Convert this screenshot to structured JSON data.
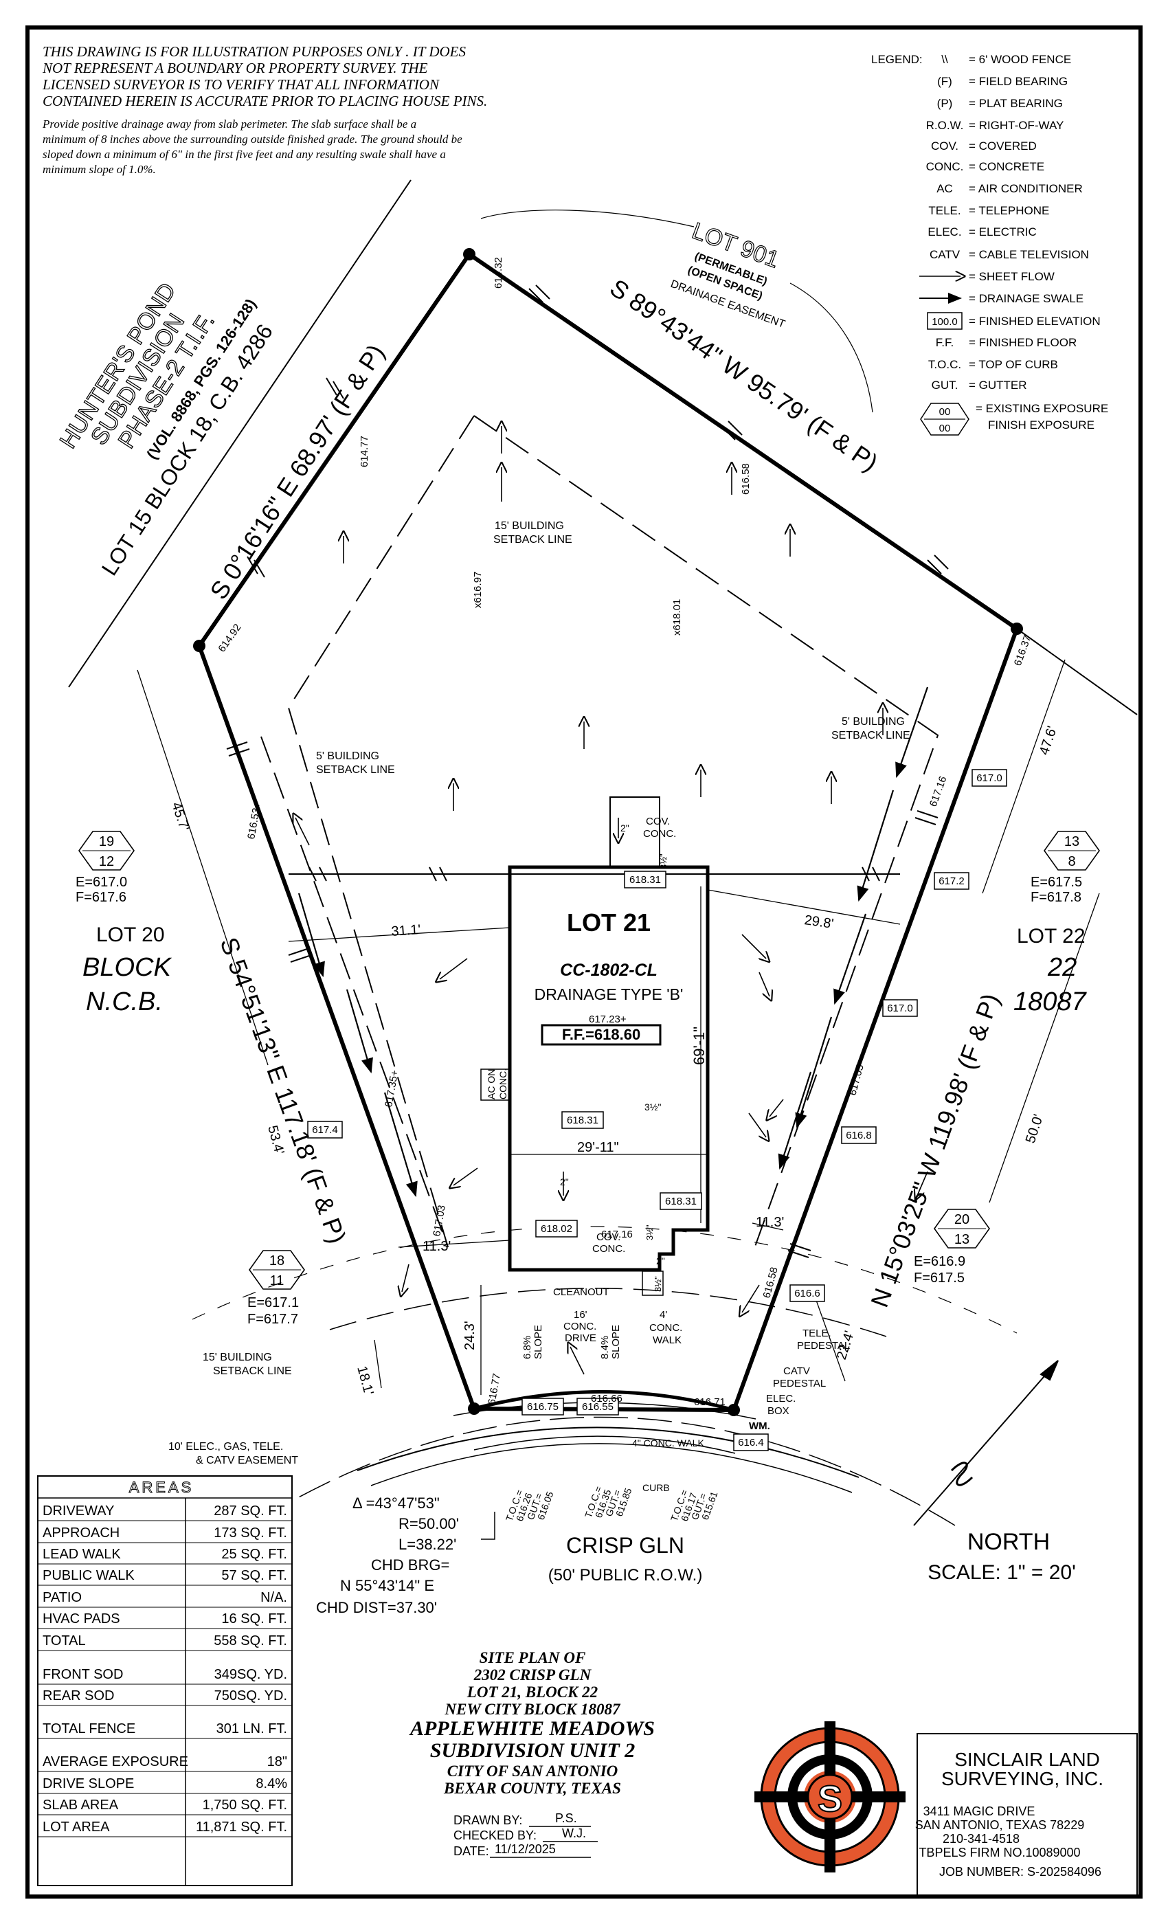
{
  "disclaimer": {
    "line1": "THIS DRAWING IS FOR ILLUSTRATION PURPOSES ONLY . IT DOES",
    "line2": "NOT REPRESENT A BOUNDARY OR PROPERTY SURVEY. THE",
    "line3": "LICENSED SURVEYOR IS TO VERIFY THAT ALL INFORMATION",
    "line4": "CONTAINED HEREIN IS ACCURATE PRIOR TO PLACING HOUSE PINS.",
    "drain1": "Provide positive drainage away from slab perimeter. The slab surface shall be a",
    "drain2": "minimum of 8 inches above the surrounding outside finished grade. The ground should be",
    "drain3": "sloped down a minimum of 6\" in the first five feet and any resulting swale shall have a",
    "drain4": "minimum slope of 1.0%."
  },
  "legend": {
    "title": "LEGEND:",
    "items": [
      {
        "symbol": "\\\\",
        "text": "= 6' WOOD FENCE"
      },
      {
        "symbol": "(F)",
        "text": "= FIELD BEARING"
      },
      {
        "symbol": "(P)",
        "text": "= PLAT BEARING"
      },
      {
        "symbol": "R.O.W.",
        "text": "= RIGHT-OF-WAY"
      },
      {
        "symbol": "COV.",
        "text": "= COVERED"
      },
      {
        "symbol": "CONC.",
        "text": "= CONCRETE"
      },
      {
        "symbol": "AC",
        "text": "= AIR CONDITIONER"
      },
      {
        "symbol": "TELE.",
        "text": "= TELEPHONE"
      },
      {
        "symbol": "ELEC.",
        "text": "= ELECTRIC"
      },
      {
        "symbol": "CATV",
        "text": "= CABLE TELEVISION"
      },
      {
        "symbol": "",
        "text": "= SHEET FLOW"
      },
      {
        "symbol": "",
        "text": "= DRAINAGE SWALE"
      },
      {
        "symbol": "100.0",
        "text": "= FINISHED ELEVATION"
      },
      {
        "symbol": "F.F.",
        "text": "= FINISHED FLOOR"
      },
      {
        "symbol": "T.O.C.",
        "text": "= TOP OF CURB"
      },
      {
        "symbol": "GUT.",
        "text": "= GUTTER"
      }
    ],
    "exposure_top": "00",
    "exposure_bottom": "00",
    "exposure_text1": "= EXISTING EXPOSURE",
    "exposure_text2": "FINISH EXPOSURE"
  },
  "plat": {
    "hunters1": "HUNTER'S POND",
    "hunters2": "SUBDIVISION",
    "hunters3": "PHASE-2 T.I.F.",
    "hunters4": "(VOL. 8868, PGS. 126-128)",
    "lot15": "LOT 15 BLOCK 18, C.B. 4286",
    "lot901": "LOT 901",
    "lot901_sub1": "(PERMEABLE)",
    "lot901_sub2": "(OPEN SPACE)",
    "lot901_sub3": "DRAINAGE EASEMENT",
    "bearing_nw": "S 0°16'16\" E 68.97' (F & P)",
    "bearing_ne": "S 89°43'44\" W 95.79' (F & P)",
    "bearing_w": "S 54°51'13\" E 117.18' (F & P)",
    "bearing_e": "N 15°03'25\" W 119.98' (F & P)",
    "lot20": "LOT 20",
    "lot22": "LOT 22",
    "block": "BLOCK",
    "ncb": "N.C.B.",
    "block_num": "22",
    "ncb_num": "18087",
    "lot21": "LOT 21",
    "plan": "CC-1802-CL",
    "drainage": "DRAINAGE TYPE 'B'",
    "ff": "F.F.=618.60",
    "ff_elev": "617.23+",
    "dim_69": "69'-1\"",
    "dim_29_11": "29'-11\"",
    "dim_31": "31.1'",
    "dim_29_8": "29.8'",
    "dim_45": "45.7'",
    "dim_47": "47.6'",
    "dim_53": "53.4'",
    "dim_50": "50.0'",
    "dim_11_3a": "11.3'",
    "dim_11_3b": "11.3'",
    "dim_24": "24.3'",
    "dim_22": "22.4'",
    "dim_18": "18.1'",
    "setback15a": "15' BUILDING",
    "setback15b": "SETBACK LINE",
    "setback5a": "5' BUILDING",
    "setback5b": "SETBACK LINE",
    "setback5c": "5' BUILDING",
    "setback5d": "SETBACK LINE",
    "setback15c": "15' BUILDING",
    "setback15d": "SETBACK LINE",
    "easement1": "10' ELEC., GAS, TELE.",
    "easement2": "& CATV EASEMENT",
    "cov_conc1": "COV.",
    "cov_conc2": "CONC.",
    "cov_conc3": "COV.",
    "cov_conc4": "CONC.",
    "ac_on": "AC ON",
    "ac_conc": "CONC.",
    "cleanout": "CLEANOUT",
    "conc_drive1": "16'",
    "conc_drive2": "CONC.",
    "conc_drive3": "DRIVE",
    "slope68": "6.8%",
    "slope84": "8.4%",
    "slope_lbl": "SLOPE",
    "slope_lbl2": "SLOPE",
    "walk1": "4'",
    "walk2": "CONC.",
    "walk3": "WALK",
    "tele_ped1": "TELE.",
    "tele_ped2": "PEDESTAL",
    "catv_ped1": "CATV",
    "catv_ped2": "PEDESTAL",
    "elec_box1": "ELEC.",
    "elec_box2": "BOX",
    "wm": "WM.",
    "conc_walk": "4\" CONC. WALK",
    "curb": "CURB",
    "street": "CRISP GLN",
    "row": "(50' PUBLIC R.O.W.)",
    "north": "NORTH",
    "scale": "SCALE: 1\" = 20'",
    "two_a": "2\"",
    "two_b": "2\"",
    "two_c": "2\"",
    "three_half_a": "3½\"",
    "three_half_b": "3½\"",
    "three_half_c": "3½\"",
    "three_half_d": "3½\""
  },
  "curve": {
    "delta": "Δ =43°47'53\"",
    "radius": "R=50.00'",
    "length": "L=38.22'",
    "chd_brg": "CHD BRG=",
    "chd_brg_val": "N 55°43'14\" E",
    "chd_dist": "CHD DIST=37.30'"
  },
  "exposures": {
    "lot20": {
      "top": "19",
      "bottom": "12",
      "e": "E=617.0",
      "f": "F=617.6"
    },
    "lot22": {
      "top": "13",
      "bottom": "8",
      "e": "E=617.5",
      "f": "F=617.8"
    },
    "sw": {
      "top": "18",
      "bottom": "11",
      "e": "E=617.1",
      "f": "F=617.7"
    },
    "se": {
      "top": "20",
      "bottom": "13",
      "e": "E=616.9",
      "f": "F=617.5"
    }
  },
  "elevations": {
    "e614_32": "614.32",
    "e614_77": "614.77",
    "e614_92": "614.92",
    "e616_58a": "616.58",
    "e616_37": "616.37",
    "e616_97": "x616.97",
    "e618_01": "x618.01",
    "e616_53": "616.53+",
    "e617_35": "617.35+",
    "e617_16": "617.16",
    "e617_05": "617.05",
    "e617_03": "617.03",
    "e616_58b": "616.58",
    "e616_77": "616.77",
    "e616_66": "616.66",
    "e616_71": "616.71",
    "e617_16b": "617.16",
    "box617_0a": "617.0",
    "box617_2": "617.2",
    "box617_0b": "617.0",
    "box616_8": "616.8",
    "box616_6": "616.6",
    "box617_4": "617.4",
    "box618_31a": "618.31",
    "box618_31b": "618.31",
    "box618_31c": "618.31",
    "box618_02": "618.02",
    "box616_75": "616.75",
    "box616_55": "616.55",
    "box616_4": "616.4",
    "toc1": "T.O.C.=",
    "toc1v": "616.26",
    "gut1": "GUT.=",
    "gut1v": "616.05",
    "toc2": "T.O.C.=",
    "toc2v": "616.35",
    "gut2": "GUT.=",
    "gut2v": "615.85",
    "toc3": "T.O.C.=",
    "toc3v": "616.17",
    "gut3": "GUT.=",
    "gut3v": "615.61"
  },
  "areas": {
    "title": "AREAS",
    "rows": [
      {
        "label": "DRIVEWAY",
        "value": "287 SQ. FT."
      },
      {
        "label": "APPROACH",
        "value": "173 SQ. FT."
      },
      {
        "label": "LEAD WALK",
        "value": "25 SQ. FT."
      },
      {
        "label": "PUBLIC WALK",
        "value": "57 SQ. FT."
      },
      {
        "label": "PATIO",
        "value": "N/A."
      },
      {
        "label": "HVAC PADS",
        "value": "16 SQ. FT."
      },
      {
        "label": "TOTAL",
        "value": "558 SQ. FT."
      },
      {
        "label": "FRONT SOD",
        "value": "349SQ. YD."
      },
      {
        "label": "REAR SOD",
        "value": "750SQ. YD."
      },
      {
        "label": "TOTAL FENCE",
        "value": "301 LN. FT."
      },
      {
        "label": "AVERAGE EXPOSURE",
        "value": "18\""
      },
      {
        "label": "DRIVE SLOPE",
        "value": "8.4%"
      },
      {
        "label": "SLAB AREA",
        "value": "1,750 SQ. FT."
      },
      {
        "label": "LOT AREA",
        "value": "11,871 SQ. FT."
      }
    ]
  },
  "title_block": {
    "l1": "SITE PLAN OF",
    "l2": "2302 CRISP GLN",
    "l3": "LOT 21, BLOCK 22",
    "l4": "NEW CITY BLOCK 18087",
    "l5": "APPLEWHITE MEADOWS",
    "l6": "SUBDIVISION UNIT 2",
    "l7": "CITY OF SAN ANTONIO",
    "l8": "BEXAR COUNTY, TEXAS",
    "drawn_by_lbl": "DRAWN BY:",
    "drawn_by": "P.S.",
    "checked_by_lbl": "CHECKED BY:",
    "checked_by": "W.J.",
    "date_lbl": "DATE:",
    "date": "11/12/2025"
  },
  "company": {
    "logo_letter": "S",
    "name1": "SINCLAIR LAND",
    "name2": "SURVEYING, INC.",
    "addr1": "3411 MAGIC DRIVE",
    "addr2": "SAN ANTONIO, TEXAS 78229",
    "phone": "210-341-4518",
    "firm": "TBPELS FIRM NO.10089000",
    "job": "JOB NUMBER:  S-202584096"
  },
  "colors": {
    "logo_orange": "#e4572e",
    "line": "#000000"
  }
}
